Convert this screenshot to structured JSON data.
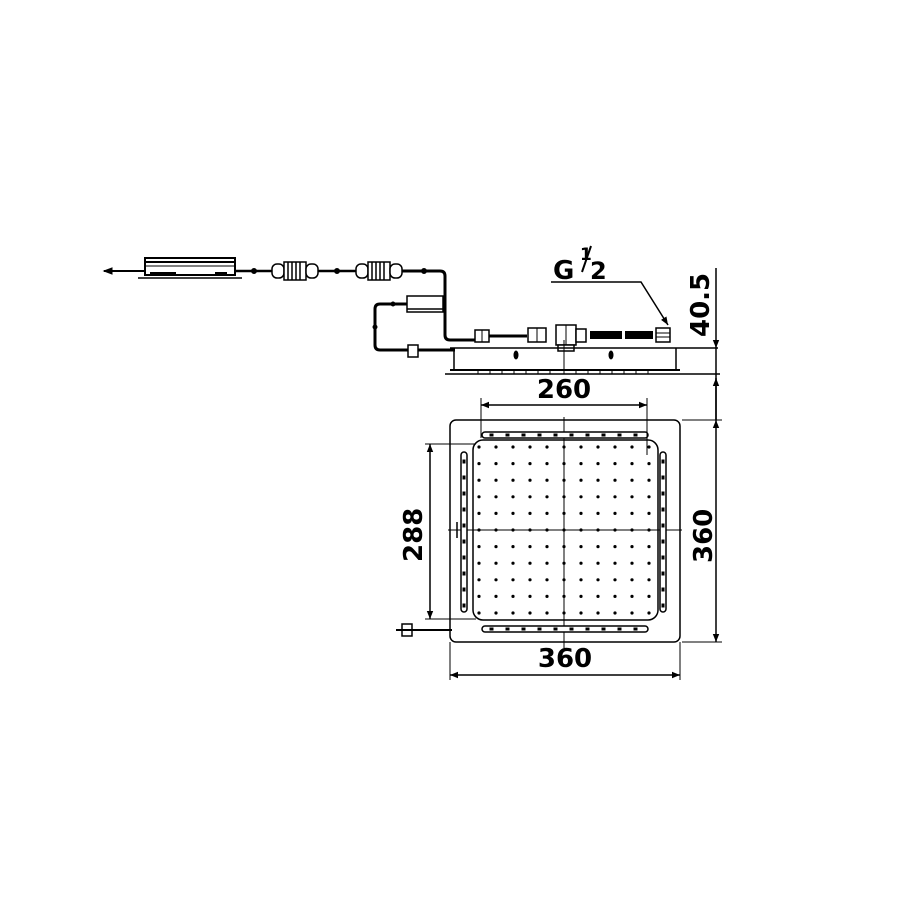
{
  "drawing": {
    "type": "technical-drawing",
    "subject": "square rain shower head with LED driver and water supply line",
    "colors": {
      "line": "#000000",
      "background": "#ffffff"
    }
  },
  "dimensions": {
    "inlet_thread": {
      "prefix": "G",
      "fraction": "1/2",
      "numerator": "1",
      "denominator": "2"
    },
    "height_40_5": "40.5",
    "width_260": "260",
    "height_288": "288",
    "height_360": "360",
    "width_360": "360"
  }
}
